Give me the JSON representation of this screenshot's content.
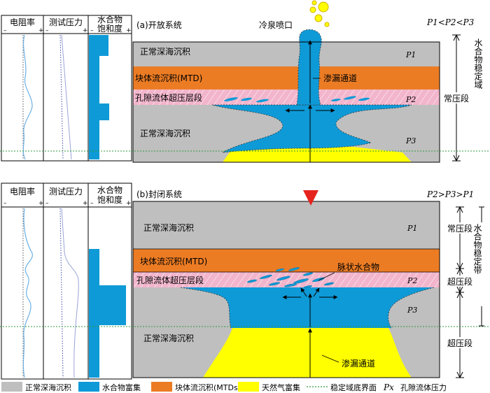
{
  "panel_a": {
    "caption": "(a)开放系统",
    "vent_label": "冷泉喷口",
    "pressure_relation": "P1<P2<P3",
    "headers": {
      "resistivity": "电阻率",
      "pressure": "测试压力",
      "hydrate_line1": "水合物",
      "hydrate_line2": "饱和度"
    },
    "axis_minus": "–",
    "axis_plus": "+",
    "layers": {
      "upper_sediment": "正常深海沉积",
      "mtd": "块体流沉积(MTD)",
      "overpressure": "孔隙流体超压层段",
      "lower_sediment": "正常深海沉积"
    },
    "seep_channel": "渗漏通道",
    "p_labels": [
      "P1",
      "P2",
      "P3"
    ],
    "right_zone": "常压段",
    "right_vertical": "水合物稳定域"
  },
  "panel_b": {
    "caption": "(b)封闭系统",
    "pressure_relation": "P2>P3>P1",
    "headers": {
      "resistivity": "电阻率",
      "pressure": "测试压力",
      "hydrate_line1": "水合物",
      "hydrate_line2": "饱和度"
    },
    "axis_minus": "–",
    "axis_plus": "+",
    "layers": {
      "upper_sediment": "正常深海沉积",
      "mtd": "块体流沉积(MTD)",
      "overpressure": "孔隙流体超压层段",
      "lower_sediment": "正常深海沉积"
    },
    "vein_hydrate": "脉状水合物",
    "seep_channel": "渗漏通道",
    "p_labels": [
      "P1",
      "P2",
      "P3"
    ],
    "right_zones": [
      "常压段",
      "超压段",
      "超压段"
    ],
    "right_vertical": "水合物稳定带"
  },
  "legend": {
    "items": [
      "正常深海沉积",
      "水合物富集",
      "块体流沉积(MTDs)",
      "天然气富集",
      "稳定域底界面"
    ],
    "px_symbol": "Px",
    "px_label": "孔隙流体压力"
  },
  "colors": {
    "sediment": "#bfbfbf",
    "hydrate": "#0e9ad7",
    "mtd": "#ec7c24",
    "gas": "#ffff00",
    "overpressure": "#f2b5cc",
    "stability_base": "#2e9a3c",
    "marker": "#e5231c"
  }
}
